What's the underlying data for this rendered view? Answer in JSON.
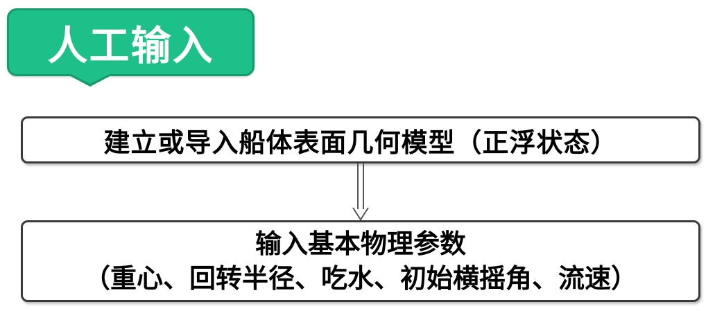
{
  "tag": {
    "label": "人工输入",
    "fill_color": "#1ec08a",
    "border_color": "#16996d"
  },
  "flow": {
    "step1": {
      "text": "建立或导入船体表面几何模型（正浮状态）"
    },
    "step2": {
      "title": "输入基本物理参数",
      "params": "（重心、回转半径、吃水、初始横摇角、流速）"
    },
    "connector": "hollow-down-arrow"
  }
}
